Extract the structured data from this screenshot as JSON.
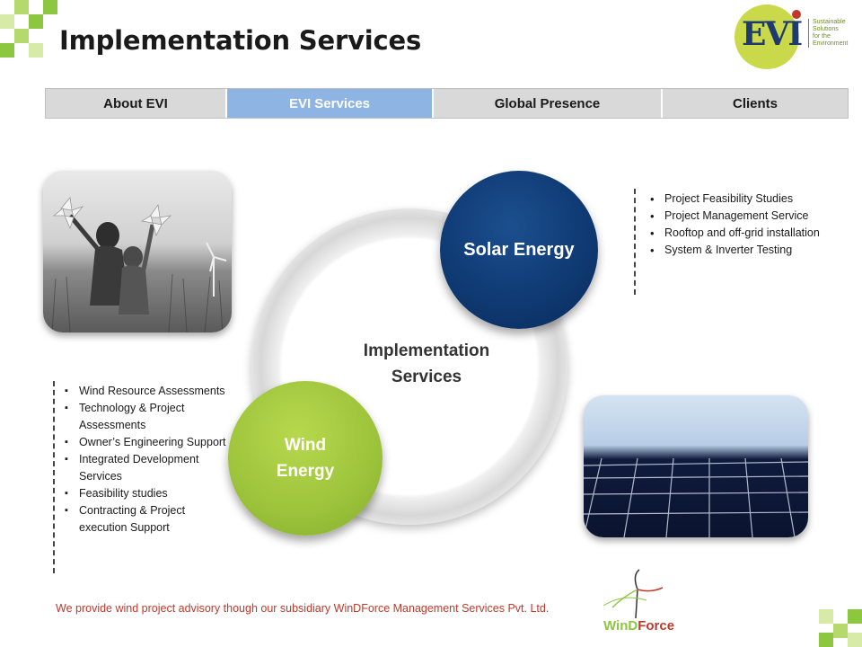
{
  "page": {
    "title": "Implementation Services"
  },
  "logo": {
    "text": "EVI",
    "tagline": [
      "Sustainable",
      "Solutions",
      "for the",
      "Environment"
    ]
  },
  "nav": {
    "tabs": [
      {
        "label": "About EVI",
        "active": false
      },
      {
        "label": "EVI Services",
        "active": true
      },
      {
        "label": "Global Presence",
        "active": false
      },
      {
        "label": "Clients",
        "active": false
      }
    ]
  },
  "diagram": {
    "center_label": "Implementation Services",
    "solar": {
      "label": "Solar Energy",
      "items": [
        "Project Feasibility Studies",
        "Project Management Service",
        "Rooftop and off-grid installation",
        "System & Inverter Testing"
      ]
    },
    "wind": {
      "label": "Wind Energy",
      "items": [
        "Wind Resource Assessments",
        "Technology & Project Assessments",
        "Owner’s Engineering Support",
        "Integrated Development Services",
        "Feasibility studies",
        "Contracting & Project execution Support"
      ]
    }
  },
  "footer": {
    "text": "We provide wind project advisory though our subsidiary WinDForce Management Services Pvt. Ltd."
  },
  "windforce_logo": {
    "part1": "WinD",
    "part2": "Force"
  },
  "colors": {
    "nav_active": "#8eb4e3",
    "solar_blue": "#0f3a73",
    "wind_green": "#9cc33b",
    "footer_red": "#c0392b",
    "accent_green": "#8dc63f"
  },
  "icons": {
    "photo_left": "children-pinwheels-photo",
    "photo_right": "solar-panels-photo"
  }
}
